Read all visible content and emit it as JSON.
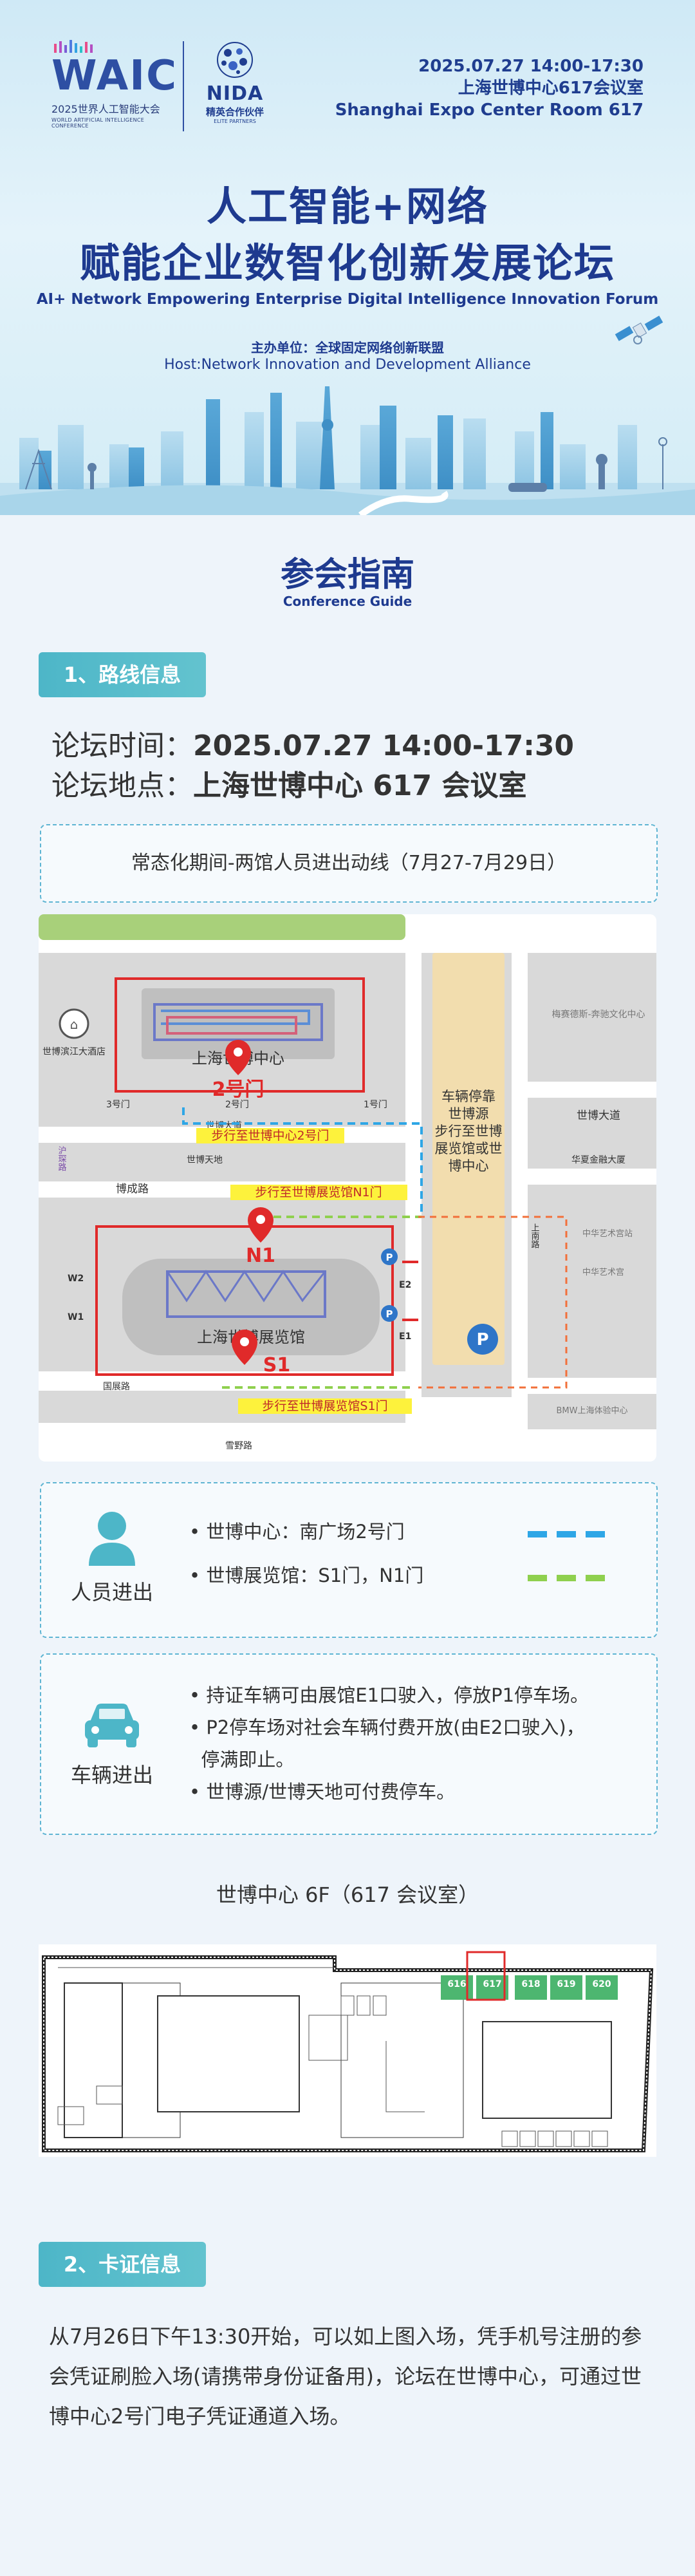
{
  "header": {
    "waic": {
      "word": "WAIC",
      "sub_cn": "2025世界人工智能大会",
      "sub_en": "WORLD ARTIFICIAL INTELLIGENCE CONFERENCE"
    },
    "nida": {
      "word": "NIDA",
      "cn": "精英合作伙伴",
      "en": "ELITE PARTNERS"
    },
    "date": "2025.07.27  14:00-17:30",
    "venue_cn": "上海世博中心617会议室",
    "venue_en": "Shanghai Expo Center Room 617",
    "title_line1": "人工智能+网络",
    "title_line2": "赋能企业数智化创新发展论坛",
    "title_en": "AI+ Network Empowering Enterprise Digital Intelligence Innovation Forum",
    "host_cn": "主办单位：全球固定网络创新联盟",
    "host_en": "Host:Network Innovation and Development Alliance"
  },
  "guide": {
    "title": "参会指南",
    "subtitle": "Conference Guide"
  },
  "section1": {
    "label": "1、路线信息",
    "time_label": "论坛时间：",
    "time_value": "2025.07.27  14:00-17:30",
    "place_label": "论坛地点：",
    "place_value": "上海世博中心 617 会议室",
    "period": "常态化期间-两馆人员进出动线（7月27-7月29日）"
  },
  "map": {
    "expo_center": "上海世博中心",
    "gate2": "2号门",
    "gate3": "3号门",
    "gate2s": "2号门",
    "gate1": "1号门",
    "hotel": "世博滨江大酒店",
    "culture": "梅赛德斯-奔驰文化中心",
    "road_expo": "世博大道",
    "road_expo_right": "世博大道",
    "shibo_tiandi": "世博天地",
    "huaxia": "华夏金融大厦",
    "bocheng": "博成路",
    "shangnan": "上南路",
    "guozhan": "国展路",
    "xuewu": "雪野路",
    "zhonghua1": "中华艺术宫站",
    "zhonghua2": "中华艺术宫",
    "bmw": "BMW上海体验中心",
    "mingmen": "中华艺术宫",
    "walk_route": "沪琛路",
    "parking_text": [
      "车辆停靠",
      "世博源",
      "步行至世博",
      "展览馆或世",
      "博中心"
    ],
    "hall": "上海世博展览馆",
    "n1": "N1",
    "s1": "S1",
    "w1": "W1",
    "w2": "W2",
    "e1": "E1",
    "e2": "E2",
    "p": "P",
    "tag_center": "步行至世博中心2号门",
    "tag_n1": "步行至世博展览馆N1门",
    "tag_s1": "步行至世博展览馆S1门"
  },
  "people": {
    "label": "人员进出",
    "items": [
      "• 世博中心：南广场2号门",
      "• 世博展览馆：S1门，N1门"
    ],
    "colors": [
      "#2ea6e6",
      "#8fd04e"
    ]
  },
  "vehicle": {
    "label": "车辆进出",
    "items": [
      "• 持证车辆可由展馆E1口驶入，停放P1停车场。",
      "• P2停车场对社会车辆付费开放(由E2口驶入)，",
      "  停满即止。",
      "• 世博源/世博天地可付费停车。"
    ]
  },
  "floor": {
    "title": "世博中心 6F（617 会议室）",
    "rooms": [
      "616",
      "617",
      "618",
      "619",
      "620"
    ]
  },
  "section2": {
    "label": "2、卡证信息",
    "text": "从7月26日下午13:30开始，可以如上图入场，凭手机号注册的参会凭证刷脸入场(请携带身份证备用)，论坛在世博中心，可通过世博中心2号门电子凭证通道入场。"
  },
  "colors": {
    "primary": "#1e3a8f",
    "teal": "#4db6c8",
    "red": "#e23d3d",
    "blue_route": "#2ea6e6",
    "green_route": "#8fd04e",
    "orange_route": "#f2703a"
  }
}
